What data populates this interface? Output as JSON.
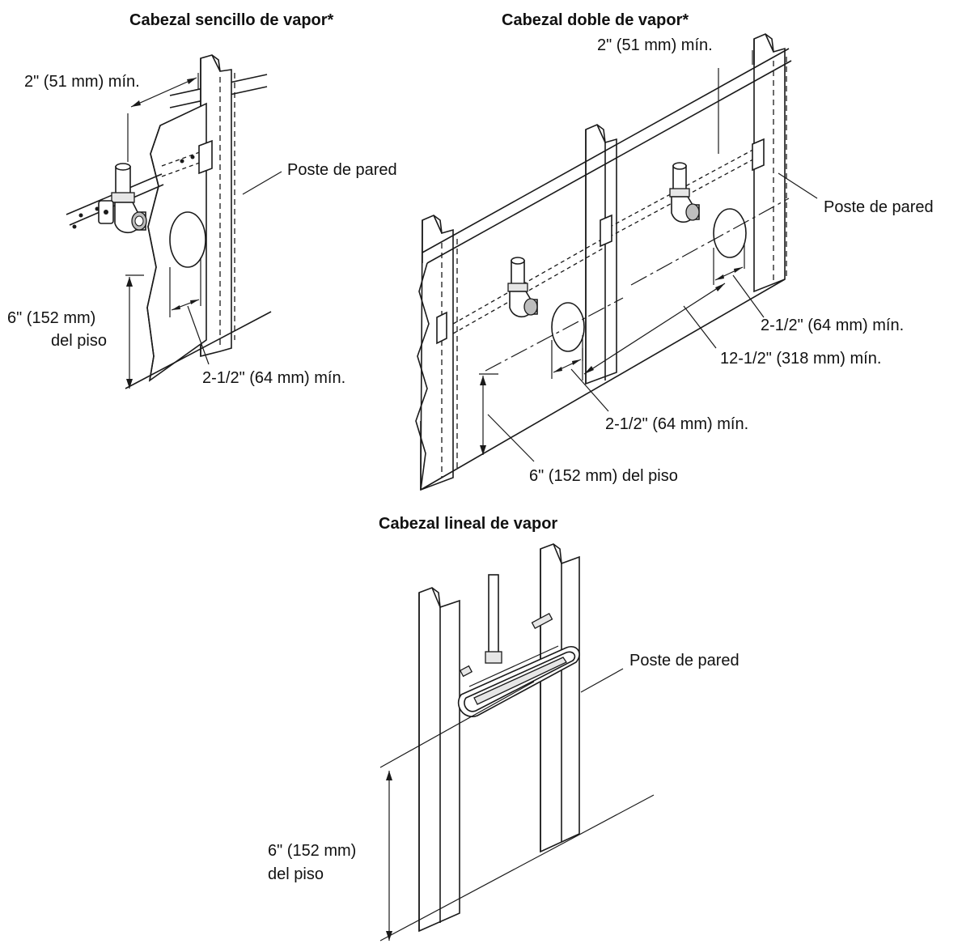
{
  "diagrams": [
    {
      "title": "Cabezal sencillo de vapor*",
      "labels": {
        "top_clearance": "2\" (51 mm) mín.",
        "stud": "Poste de pared",
        "floor_height_line1": "6\" (152 mm)",
        "floor_height_line2": "del piso",
        "hole_clearance": "2-1/2\" (64 mm) mín."
      }
    },
    {
      "title": "Cabezal doble de vapor*",
      "labels": {
        "top_clearance": "2\" (51 mm) mín.",
        "stud": "Poste de pared",
        "right_hole_clearance": "2-1/2\" (64 mm) mín.",
        "spacing": "12-1/2\" (318 mm) mín.",
        "left_hole_clearance": "2-1/2\" (64 mm) mín.",
        "floor_height": "6\" (152 mm) del piso"
      }
    },
    {
      "title": "Cabezal lineal de vapor",
      "labels": {
        "stud": "Poste de pared",
        "floor_height_line1": "6\" (152 mm)",
        "floor_height_line2": "del piso"
      }
    }
  ]
}
